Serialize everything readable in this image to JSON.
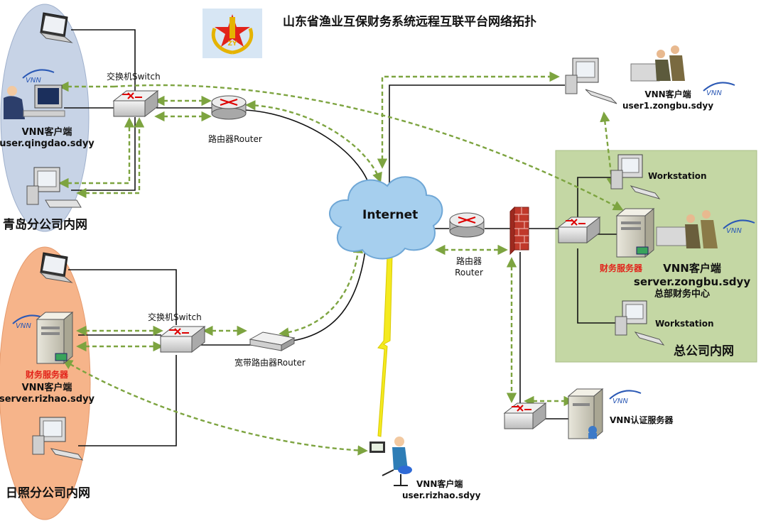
{
  "title": "山东省渔业互保财务系统远程互联平台网络拓扑",
  "zones": {
    "qingdao": "青岛分公司内网",
    "rizhao": "日照分公司内网",
    "hq": "总公司内网"
  },
  "nodes": {
    "qd_switch": "交换机Switch",
    "qd_router": "路由器Router",
    "qd_client_label": "VNN客户端",
    "qd_client_id": "user.qingdao.sdyy",
    "internet": "Internet",
    "rz_switch": "交换机Switch",
    "rz_router": "宽带路由器Router",
    "rz_server_role": "财务服务器",
    "rz_client_label": "VNN客户端",
    "rz_client_id": "server.rizhao.sdyy",
    "mobile_label": "VNN客户端",
    "mobile_id": "user.rizhao.sdyy",
    "hq_router_line1": "路由器",
    "hq_router_line2": "Router",
    "user1_label": "VNN客户端",
    "user1_id": "user1.zongbu.sdyy",
    "ws1": "Workstation",
    "ws2": "Workstation",
    "hq_server_role": "财务服务器",
    "hq_client_label": "VNN客户端",
    "hq_client_id": "server.zongbu.sdyy",
    "hq_center": "总部财务中心",
    "auth_server": "VNN认证服务器",
    "logo_text": "ZY"
  },
  "colors": {
    "dashed_link": "#7da440",
    "qingdao_bg": "#c7d3e6",
    "rizhao_bg": "#f6b48a",
    "hq_bg": "#c4d7a4",
    "cloud": "#a6cfee",
    "accent_red": "#e2231a"
  }
}
